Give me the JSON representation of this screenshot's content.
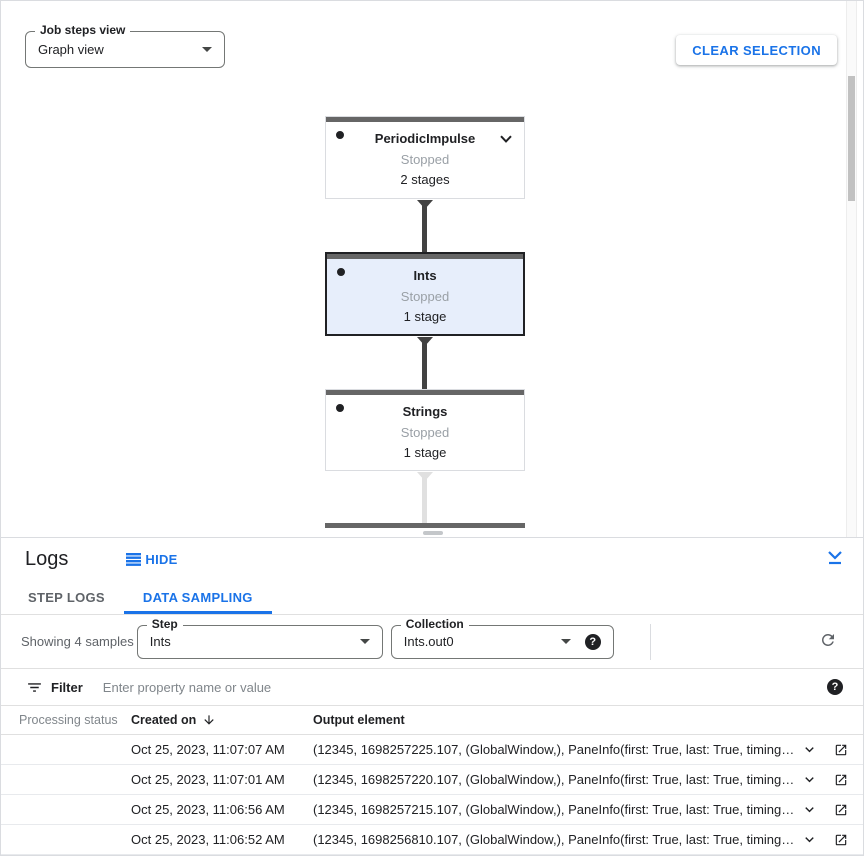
{
  "colors": {
    "accent": "#1a73e8",
    "node_selected_bg": "#e7eefb",
    "node_top_bar": "#666666",
    "edge_dark": "#424242",
    "edge_light": "#e0e0e0"
  },
  "icons": {
    "help": "?"
  },
  "header": {
    "job_steps_view_label": "Job steps view",
    "job_steps_view_value": "Graph view",
    "clear_selection": "CLEAR SELECTION"
  },
  "graph": {
    "nodes": [
      {
        "title": "PeriodicImpulse",
        "status": "Stopped",
        "stages": "2 stages",
        "selected": false
      },
      {
        "title": "Ints",
        "status": "Stopped",
        "stages": "1 stage",
        "selected": true
      },
      {
        "title": "Strings",
        "status": "Stopped",
        "stages": "1 stage",
        "selected": false
      }
    ]
  },
  "logs": {
    "title": "Logs",
    "hide": "HIDE",
    "tabs": {
      "step_logs": "STEP LOGS",
      "data_sampling": "DATA SAMPLING"
    },
    "showing": "Showing 4 samples",
    "step_label": "Step",
    "step_value": "Ints",
    "collection_label": "Collection",
    "collection_value": "Ints.out0",
    "filter_label": "Filter",
    "filter_placeholder": "Enter property name or value",
    "columns": {
      "status": "Processing status",
      "created": "Created on",
      "output": "Output element"
    },
    "rows": [
      {
        "created": "Oct 25, 2023, 11:07:07 AM",
        "output": "(12345, 1698257225.107, (GlobalWindow,), PaneInfo(first: True, last: True, timing…"
      },
      {
        "created": "Oct 25, 2023, 11:07:01 AM",
        "output": "(12345, 1698257220.107, (GlobalWindow,), PaneInfo(first: True, last: True, timing…"
      },
      {
        "created": "Oct 25, 2023, 11:06:56 AM",
        "output": "(12345, 1698257215.107, (GlobalWindow,), PaneInfo(first: True, last: True, timing…"
      },
      {
        "created": "Oct 25, 2023, 11:06:52 AM",
        "output": "(12345, 1698256810.107, (GlobalWindow,), PaneInfo(first: True, last: True, timing…"
      }
    ]
  }
}
